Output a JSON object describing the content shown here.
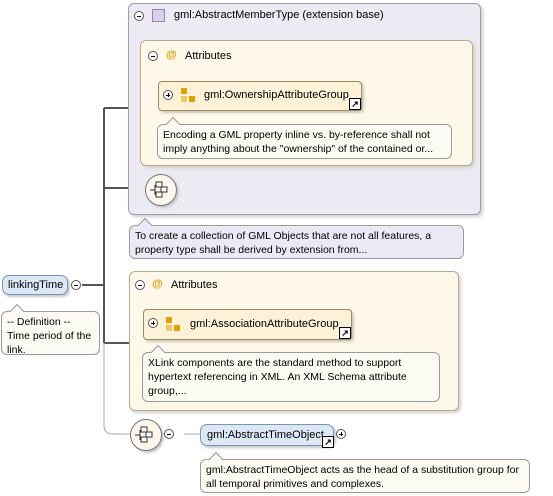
{
  "root_element": {
    "label": "linkingTime",
    "definition_heading": "-- Definition --",
    "definition_text": "Time period of the link."
  },
  "extension_box": {
    "title": "gml:AbstractMemberType (extension base)",
    "attributes_label": "Attributes",
    "attribute_group": "gml:OwnershipAttributeGroup",
    "attribute_group_note": "Encoding a GML property inline vs. by-reference shall not imply anything about the \"ownership\" of the contained or...",
    "type_note": "To create a collection of GML Objects that are not all features, a property type shall be derived by extension from..."
  },
  "attributes_box": {
    "label": "Attributes",
    "attribute_group": "gml:AssociationAttributeGroup",
    "attribute_group_note": "XLink components are the standard method to support hypertext referencing in XML. An XML Schema attribute group,..."
  },
  "child_element": {
    "label": "gml:AbstractTimeObject",
    "note": "gml:AbstractTimeObject acts as the head of a substitution group for all temporal primitives and complexes."
  },
  "colors": {
    "extension_bg": "#ecebf4",
    "attributes_bg": "#fdf8ea",
    "element_bg": "#dde8f7",
    "element_border": "#7a93b8",
    "connector": "#555555"
  }
}
